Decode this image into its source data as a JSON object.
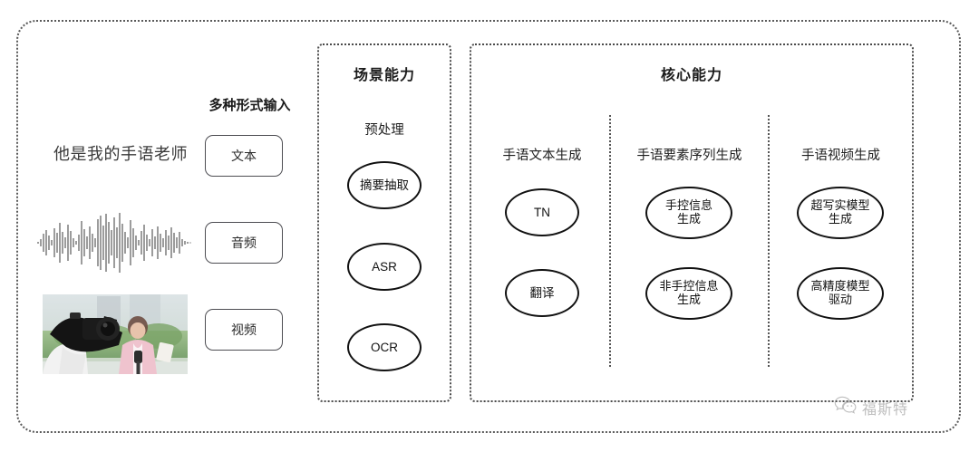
{
  "frame": {
    "border_color": "#5a5a5a"
  },
  "input_panel": {
    "title": "多种形式输入",
    "sentence": "他是我的手语老师",
    "buttons": [
      {
        "label": "文本",
        "modality": "text"
      },
      {
        "label": "音频",
        "modality": "audio"
      },
      {
        "label": "视频",
        "modality": "video"
      }
    ],
    "waveform_name": "audio-waveform",
    "photo_caption": "camera operator filming a reporter"
  },
  "scene_group": {
    "title": "场景能力",
    "column_label": "预处理",
    "nodes": [
      {
        "label": "摘要抽取"
      },
      {
        "label": "ASR"
      },
      {
        "label": "OCR"
      }
    ]
  },
  "core_group": {
    "title": "核心能力",
    "columns": [
      {
        "label": "手语文本生成",
        "nodes": [
          {
            "line1": "TN",
            "line2": ""
          },
          {
            "line1": "翻译",
            "line2": ""
          }
        ]
      },
      {
        "label": "手语要素序列生成",
        "nodes": [
          {
            "line1": "手控信息",
            "line2": "生成"
          },
          {
            "line1": "非手控信息",
            "line2": "生成"
          }
        ]
      },
      {
        "label": "手语视频生成",
        "nodes": [
          {
            "line1": "超写实模型",
            "line2": "生成"
          },
          {
            "line1": "高精度模型",
            "line2": "驱动"
          }
        ]
      }
    ]
  },
  "watermark": {
    "text": "福斯特",
    "icon": "wechat-icon"
  }
}
